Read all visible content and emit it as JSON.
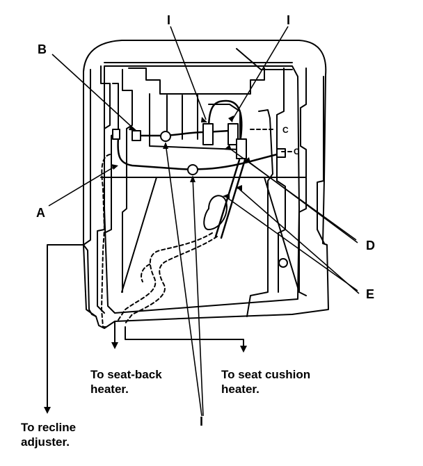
{
  "callouts": {
    "A": "A",
    "B": "B",
    "D": "D",
    "E": "E",
    "I_top_left": "I",
    "I_top_right": "I",
    "I_bottom": "I"
  },
  "captions": {
    "seat_back": {
      "line1": "To seat-back",
      "line2": "heater."
    },
    "seat_cushion": {
      "line1": "To seat cushion",
      "line2": "heater."
    },
    "recline": {
      "line1": "To recline",
      "line2": "adjuster."
    }
  },
  "connector_marks": {
    "c1": "C",
    "c2": "C"
  },
  "colors": {
    "ink": "#000000",
    "paper": "#ffffff"
  }
}
